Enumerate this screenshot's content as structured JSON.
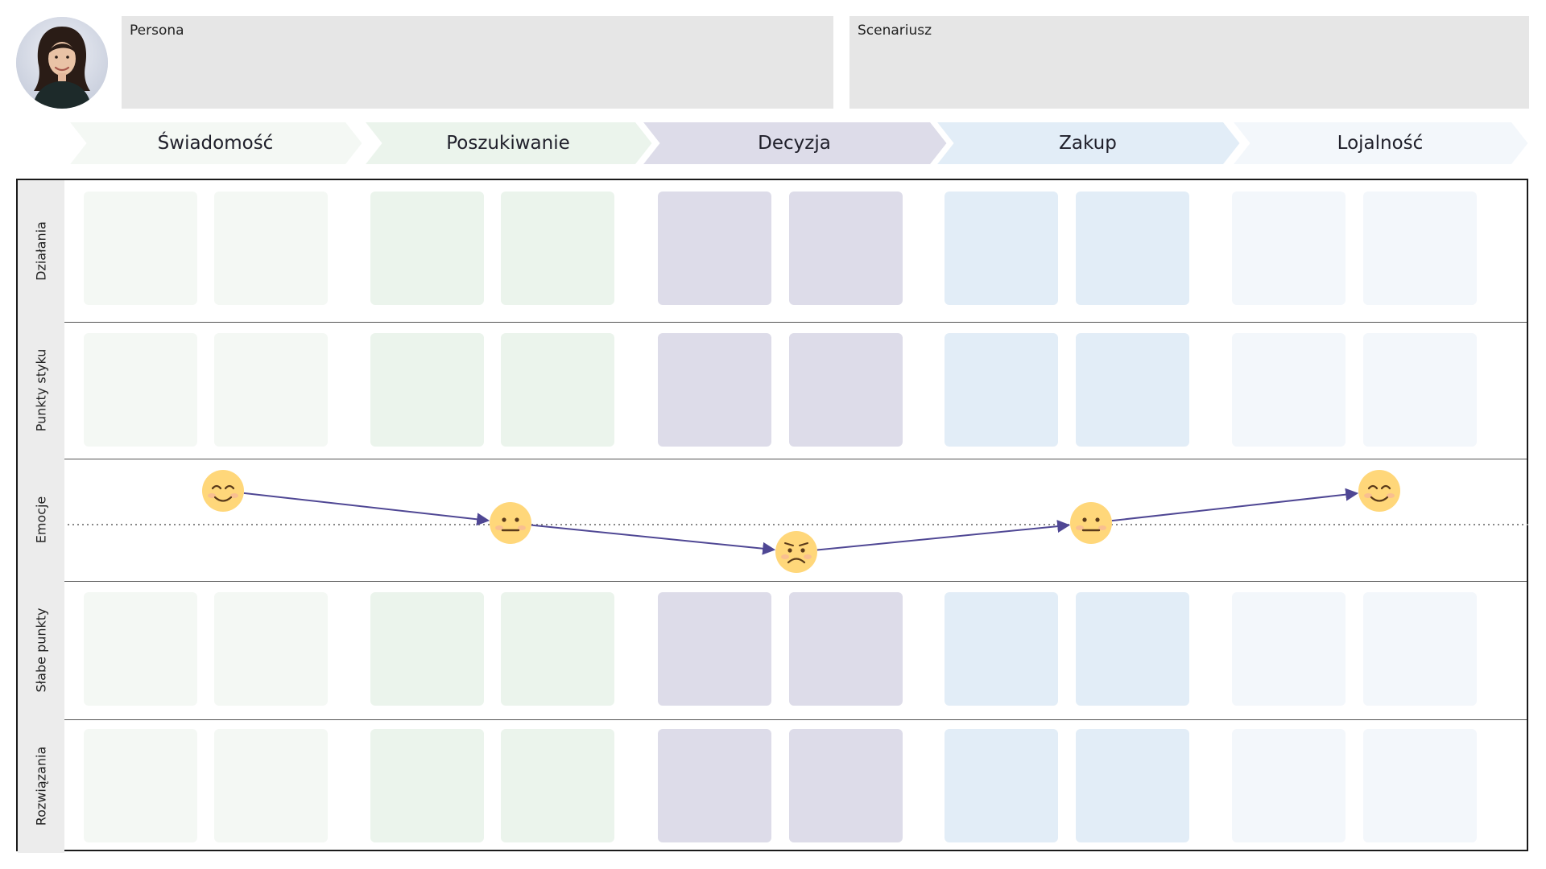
{
  "header": {
    "persona_label": "Persona",
    "scenario_label": "Scenariusz"
  },
  "stages": [
    {
      "label": "Świadomość",
      "color": "#f4f8f4"
    },
    {
      "label": "Poszukiwanie",
      "color": "#ebf4ec"
    },
    {
      "label": "Decyzja",
      "color": "#dddce9"
    },
    {
      "label": "Zakup",
      "color": "#e2edf7"
    },
    {
      "label": "Lojalność",
      "color": "#f3f7fb"
    }
  ],
  "lanes": [
    {
      "label": "Działania"
    },
    {
      "label": "Punkty styku"
    },
    {
      "label": "Emocje"
    },
    {
      "label": "Słabe punkty"
    },
    {
      "label": "Rozwiązania"
    }
  ],
  "emotions": [
    {
      "stage": "Świadomość",
      "mood": "happy"
    },
    {
      "stage": "Poszukiwanie",
      "mood": "neutral"
    },
    {
      "stage": "Decyzja",
      "mood": "sad"
    },
    {
      "stage": "Zakup",
      "mood": "neutral"
    },
    {
      "stage": "Lojalność",
      "mood": "happy"
    }
  ],
  "colors": {
    "board_border": "#1a1a1a",
    "emotion_line": "#4f4794",
    "emoji_fill": "#ffd77a",
    "baseline": "#888888"
  }
}
